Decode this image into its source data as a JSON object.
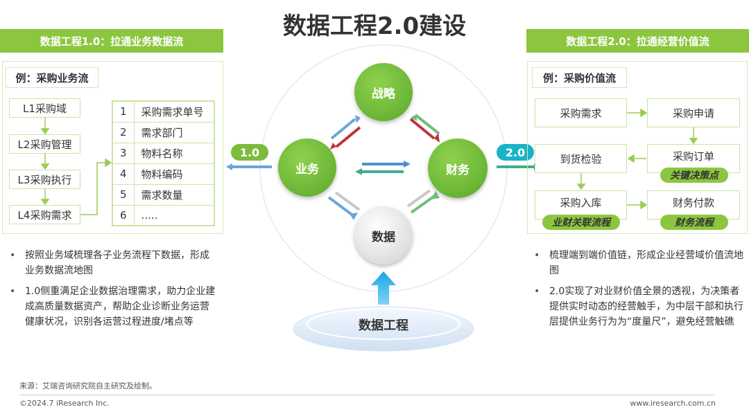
{
  "title": "数据工程2.0建设",
  "left": {
    "banner": "数据工程1.0：拉通业务数据流",
    "example": "例：采购业务流",
    "levels": [
      "L1采购域",
      "L2采购管理",
      "L3采购执行",
      "L4采购需求"
    ],
    "table": [
      {
        "n": "1",
        "v": "采购需求单号"
      },
      {
        "n": "2",
        "v": "需求部门"
      },
      {
        "n": "3",
        "v": "物料名称"
      },
      {
        "n": "4",
        "v": "物料编码"
      },
      {
        "n": "5",
        "v": "需求数量"
      },
      {
        "n": "6",
        "v": "....."
      }
    ],
    "bullets": [
      "按照业务域梳理各子业务流程下数据，形成业务数据流地图",
      "1.0侧重满足企业数据治理需求，助力企业建成高质量数据资产，帮助企业诊断业务运营健康状况，识别各运营过程进度/堵点等"
    ]
  },
  "right": {
    "banner": "数据工程2.0：拉通经营价值流",
    "example": "例：采购价值流",
    "boxes": {
      "b1": "采购需求",
      "b2": "采购申请",
      "b3": "到货检验",
      "b4": "采购订单",
      "b5": "采购入库",
      "b6": "财务付款"
    },
    "tags": {
      "t1": "关键决策点",
      "t2": "业财关联流程",
      "t3": "财务流程"
    },
    "bullets": [
      "梳理端到端价值链，形成企业经营域价值流地图",
      "2.0实现了对业财价值全景的透视，为决策者提供实时动态的经营触手，为中层干部和执行层提供业务行为为“度量尺”，避免经营触礁"
    ]
  },
  "center": {
    "strategy": "战略",
    "business": "业务",
    "finance": "财务",
    "data": "数据",
    "engineering": "数据工程",
    "badge1": "1.0",
    "badge2": "2.0"
  },
  "footer": {
    "source": "来源：艾瑞咨询研究院自主研究及绘制。",
    "copyright": "©2024.7 iResearch Inc.",
    "site": "www.iresearch.com.cn"
  }
}
